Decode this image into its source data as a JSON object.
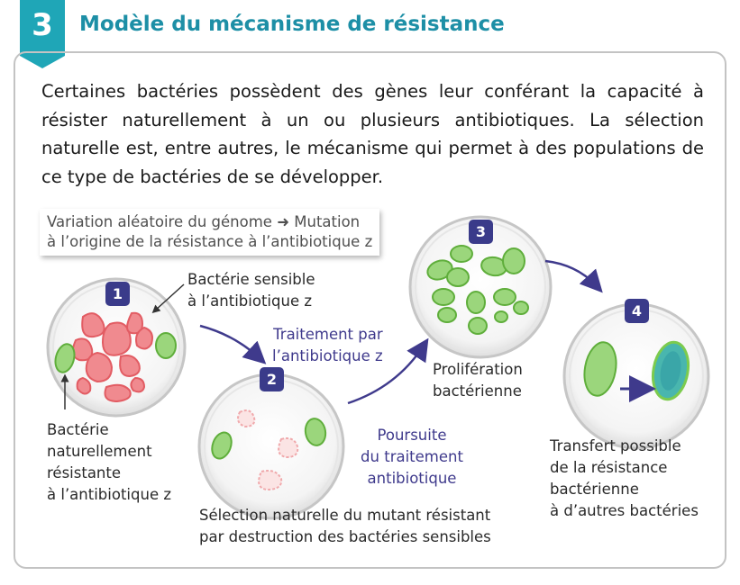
{
  "header": {
    "number": "3",
    "title": "Modèle du mécanisme de résistance"
  },
  "intro": {
    "text": "Certaines bactéries possèdent des gènes leur conférant la capacité à résister naturellement à un ou plusieurs antibiotiques. La sélection naturelle est, entre autres, le mécanisme qui permet à des populations de ce type de bactéries de se développer."
  },
  "note": {
    "line1": "Variation aléatoire du génome ➜ Mutation",
    "line2": "à l’origine de la résistance à l’antibiotique z"
  },
  "steps": [
    {
      "number": "1"
    },
    {
      "number": "2"
    },
    {
      "number": "3"
    },
    {
      "number": "4"
    }
  ],
  "labels": {
    "sensible": [
      "Bactérie sensible",
      "à l’antibiotique z"
    ],
    "resistante": [
      "Bactérie",
      "naturellement",
      "résistante",
      "à l’antibiotique z"
    ],
    "traitement": [
      "Traitement par",
      "l’antibiotique z"
    ],
    "poursuite": [
      "Poursuite",
      "du traitement",
      "antibiotique"
    ],
    "proliferation": [
      "Prolifération",
      "bactérienne"
    ],
    "selection": [
      "Sélection naturelle du mutant résistant",
      "par destruction des bactéries sensibles"
    ],
    "transfert": [
      "Transfert possible",
      "de la résistance",
      "bactérienne",
      "à d’autres bactéries"
    ]
  },
  "colors": {
    "title_teal": "#1d8fa6",
    "step_badge": "#3a3b8a",
    "arrow": "#3f3a8c",
    "bacteria_red": "#e8636a",
    "bacteria_green": "#7fcb5a",
    "bacteria_teal": "#2aa6a0",
    "dish_border": "#c8c8c8"
  }
}
